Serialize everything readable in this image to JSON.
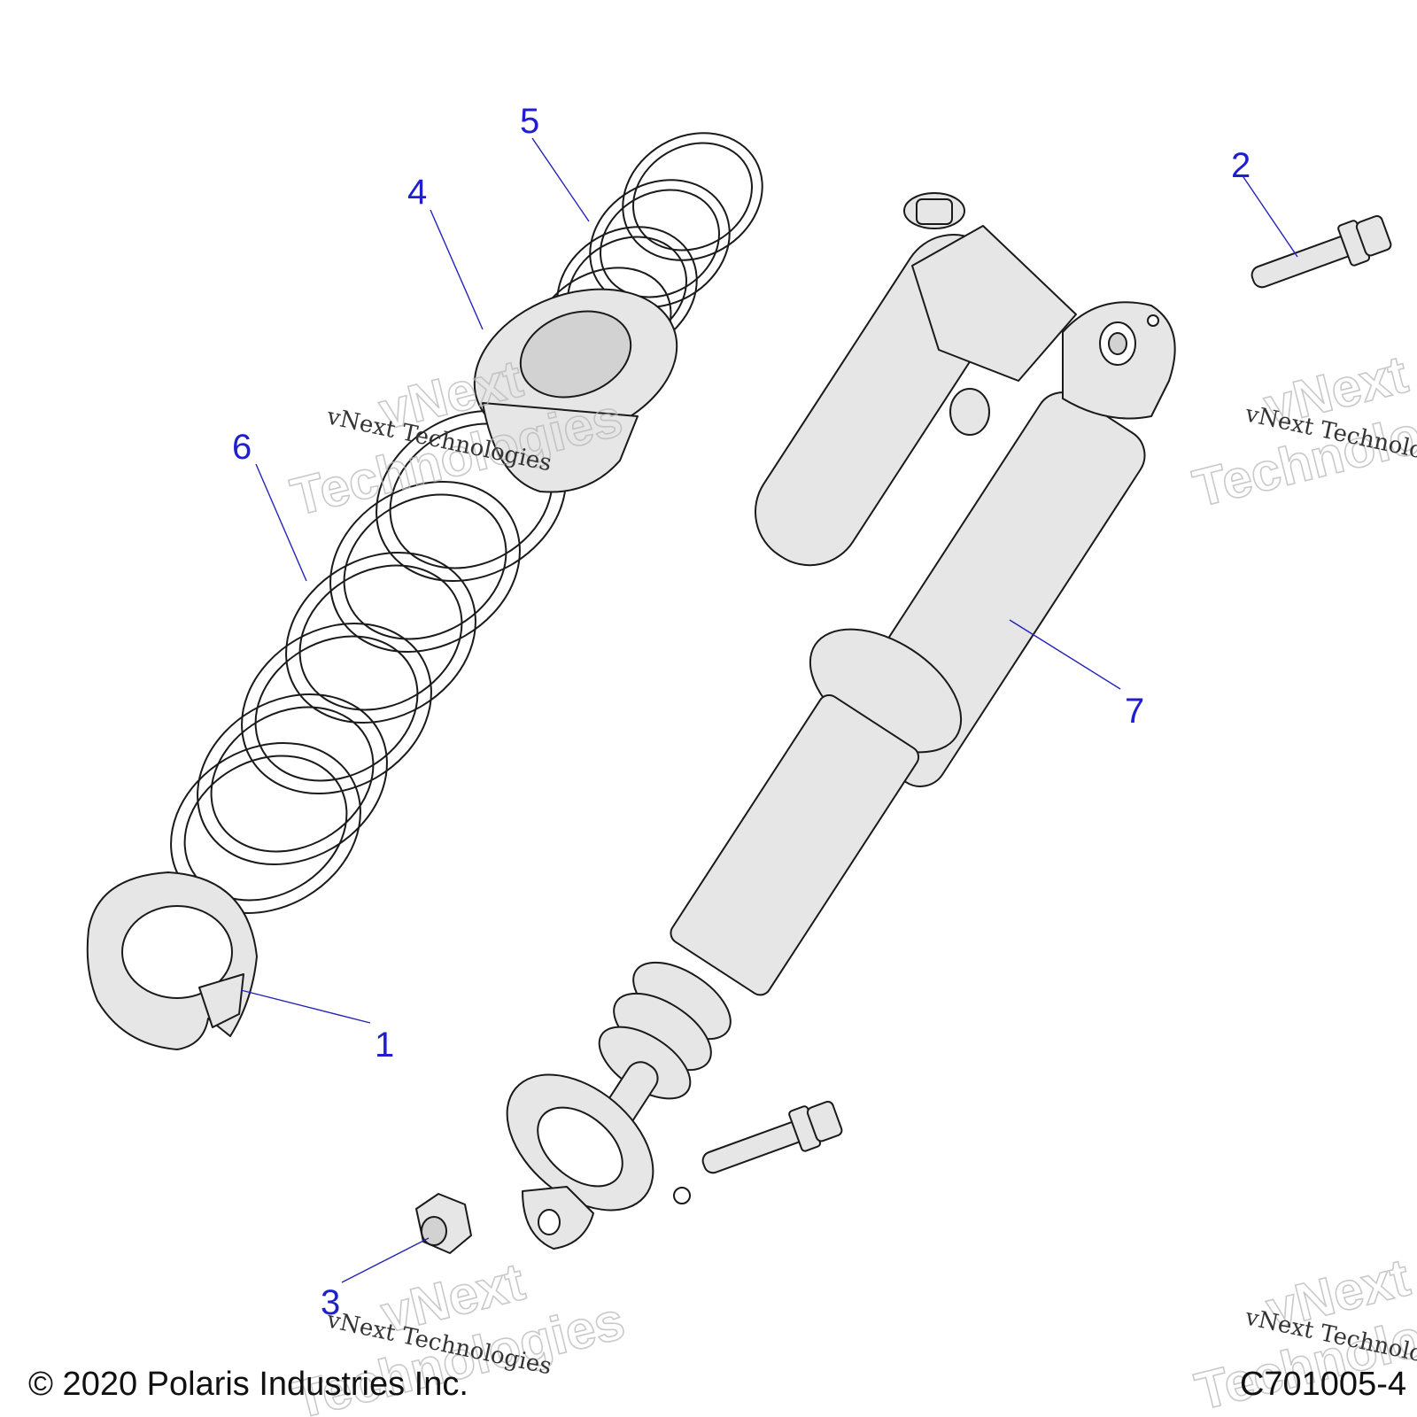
{
  "callouts": [
    {
      "id": "1",
      "label": "1"
    },
    {
      "id": "2",
      "label": "2"
    },
    {
      "id": "3",
      "label": "3"
    },
    {
      "id": "4",
      "label": "4"
    },
    {
      "id": "5",
      "label": "5"
    },
    {
      "id": "6",
      "label": "6"
    },
    {
      "id": "7",
      "label": "7"
    }
  ],
  "watermark": {
    "small_text": "vNext Technologies",
    "big_line1": "vNext",
    "big_line2": "Technologies"
  },
  "footer": {
    "copyright": "© 2020 Polaris Industries Inc.",
    "diagram_code": "C701005-4"
  },
  "colors": {
    "callout": "#1f1fd0",
    "line_art": "#1a1a1a"
  }
}
